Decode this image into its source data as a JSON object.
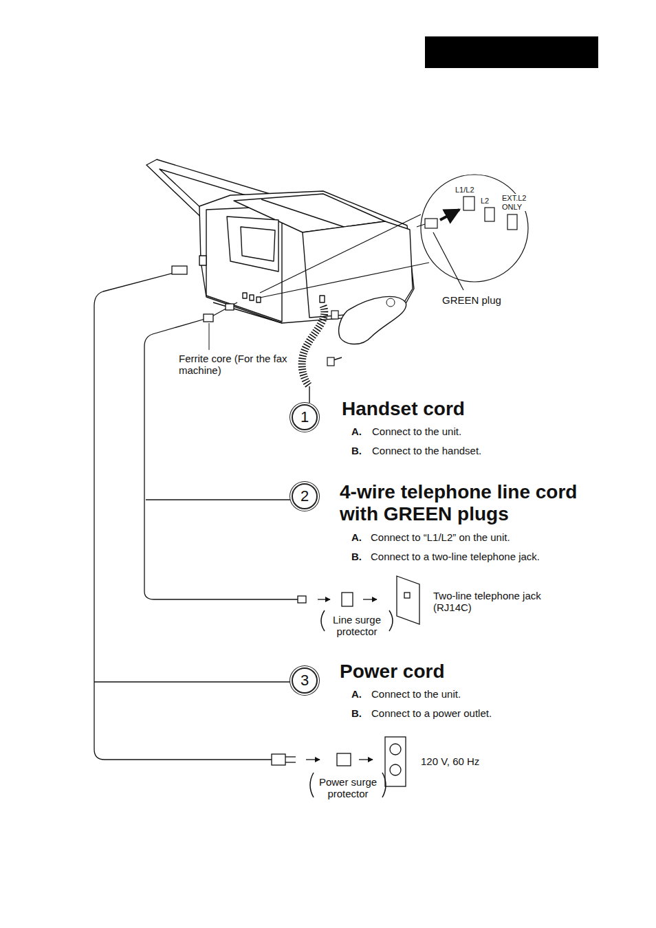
{
  "diagram": {
    "nodes": [
      {
        "text": [
          "1"
        ]
      },
      {
        "text": [
          "2"
        ]
      },
      {
        "text": [
          "3"
        ]
      }
    ],
    "labels": [
      "L1/L2",
      "L2",
      "EXT.L2 ONLY",
      "GREEN plug",
      "Ferrite core (For the fax machine)",
      "Handset cord",
      "A.",
      "Connect to the unit.",
      "B.",
      "Connect to the handset.",
      "4-wire telephone line cord with GREEN plugs",
      "A.",
      "Connect to “L1/L2” on the unit.",
      "B.",
      "Connect to a two-line telephone jack.",
      "Two-line telephone jack (RJ14C)",
      "Line surge protector",
      "Power cord",
      "A.",
      "Connect to the unit.",
      "B.",
      "Connect to a power outlet.",
      "120 V, 60 Hz",
      "Power surge protector"
    ]
  }
}
